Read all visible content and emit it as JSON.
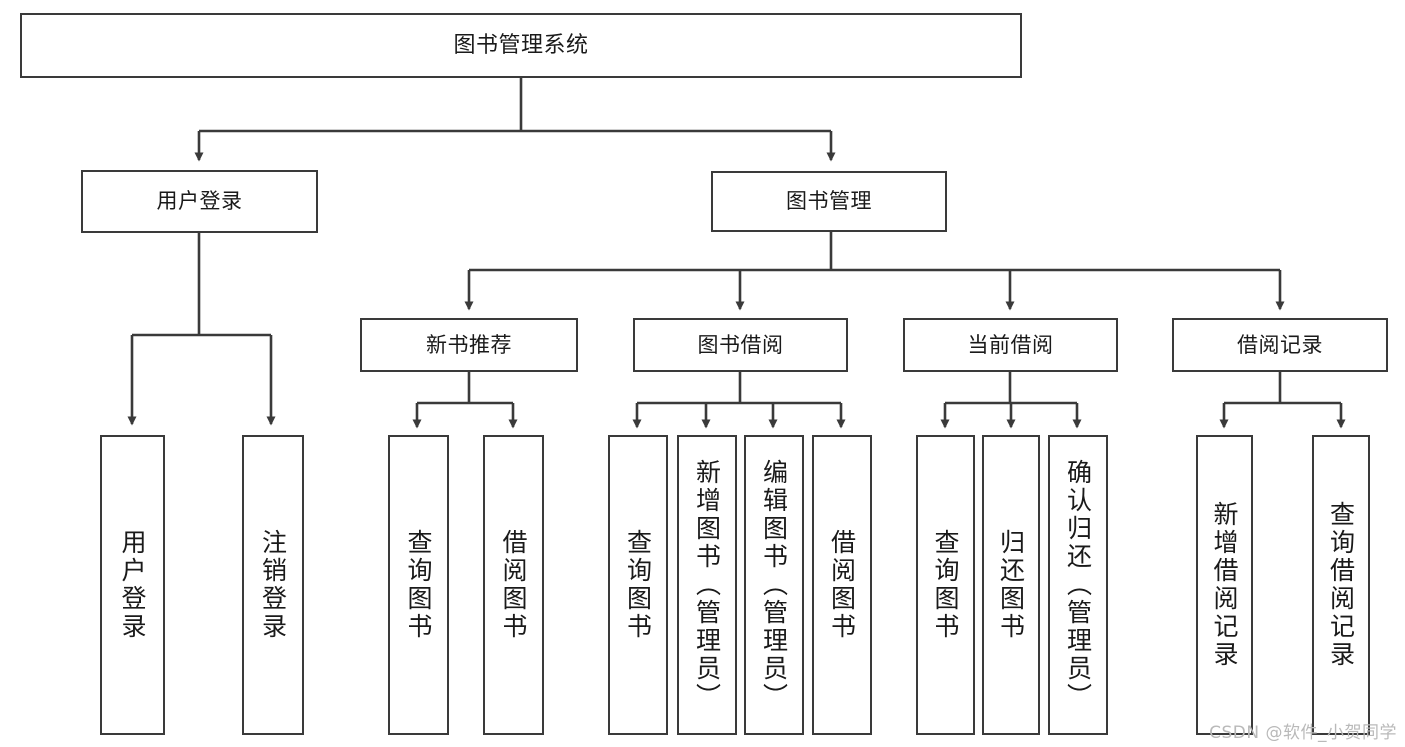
{
  "diagram": {
    "title": "图书管理系统",
    "type": "tree-hierarchy",
    "watermark": "CSDN @软件_小贺同学",
    "colors": {
      "box_border": "#3a3a3a",
      "box_fill": "#ffffff",
      "edge": "#3a3a3a",
      "text": "#1a1a1a",
      "watermark": "#b9b9b9",
      "background": "#ffffff"
    },
    "root": {
      "label": "图书管理系统"
    },
    "level2": [
      {
        "label": "用户登录"
      },
      {
        "label": "图书管理"
      }
    ],
    "level3": [
      {
        "label": "新书推荐"
      },
      {
        "label": "图书借阅"
      },
      {
        "label": "当前借阅"
      },
      {
        "label": "借阅记录"
      }
    ],
    "leaves": {
      "user_login": [
        {
          "label": "用户登录"
        },
        {
          "label": "注销登录"
        }
      ],
      "new_book_recommend": [
        {
          "label": "查询图书"
        },
        {
          "label": "借阅图书"
        }
      ],
      "book_borrow": [
        {
          "label": "查询图书"
        },
        {
          "label": "新增图书（管理员）"
        },
        {
          "label": "编辑图书（管理员）"
        },
        {
          "label": "借阅图书"
        }
      ],
      "current_borrow": [
        {
          "label": "查询图书"
        },
        {
          "label": "归还图书"
        },
        {
          "label": "确认归还（管理员）"
        }
      ],
      "borrow_records": [
        {
          "label": "新增借阅记录"
        },
        {
          "label": "查询借阅记录"
        }
      ]
    }
  }
}
